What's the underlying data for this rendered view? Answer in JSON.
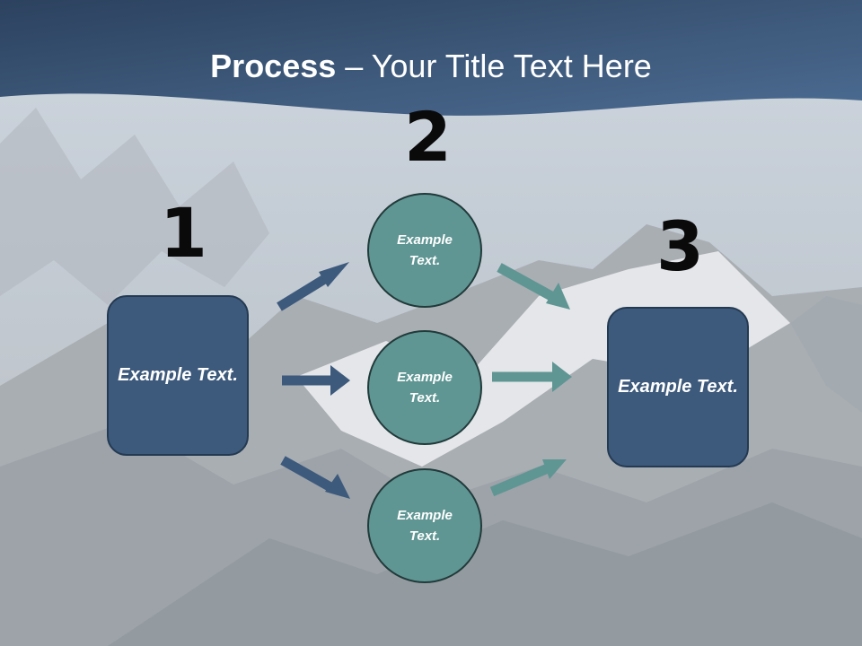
{
  "title": {
    "bold": "Process",
    "rest": " – Your Title Text Here"
  },
  "steps": {
    "n1": "1",
    "n2": "2",
    "n3": "3"
  },
  "boxes": {
    "left": "Example Text.",
    "right": "Example Text."
  },
  "circles": {
    "top": "Example Text.",
    "middle": "Example Text.",
    "bottom": "Example Text."
  },
  "colors": {
    "header": "#2f4a6b",
    "box": "#3d5a7c",
    "circle": "#5f9693",
    "arrow_blue": "#3d5a7c",
    "arrow_teal": "#5f9693"
  }
}
